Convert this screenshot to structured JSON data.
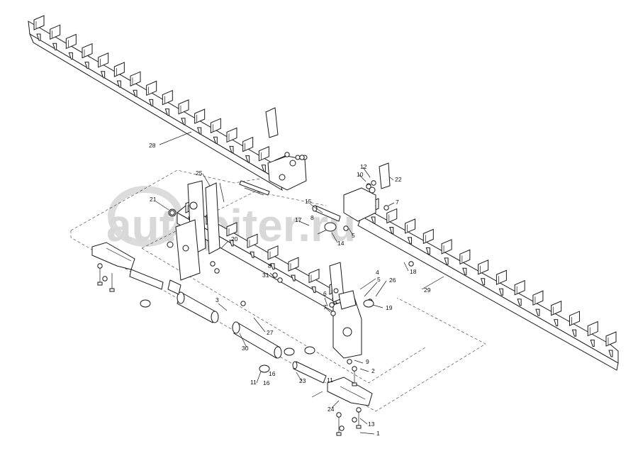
{
  "watermark": {
    "text": "autopiter.ru",
    "color": "#d8d8d8"
  },
  "labels": [
    "1",
    "2",
    "3",
    "4",
    "5",
    "6",
    "7",
    "8",
    "9",
    "10",
    "11",
    "12",
    "13",
    "14",
    "15",
    "16",
    "17",
    "18",
    "19",
    "20",
    "21",
    "22",
    "23",
    "24",
    "25",
    "26",
    "27",
    "28",
    "29",
    "30",
    "31",
    "5",
    "7",
    "8",
    "11",
    "16"
  ]
}
